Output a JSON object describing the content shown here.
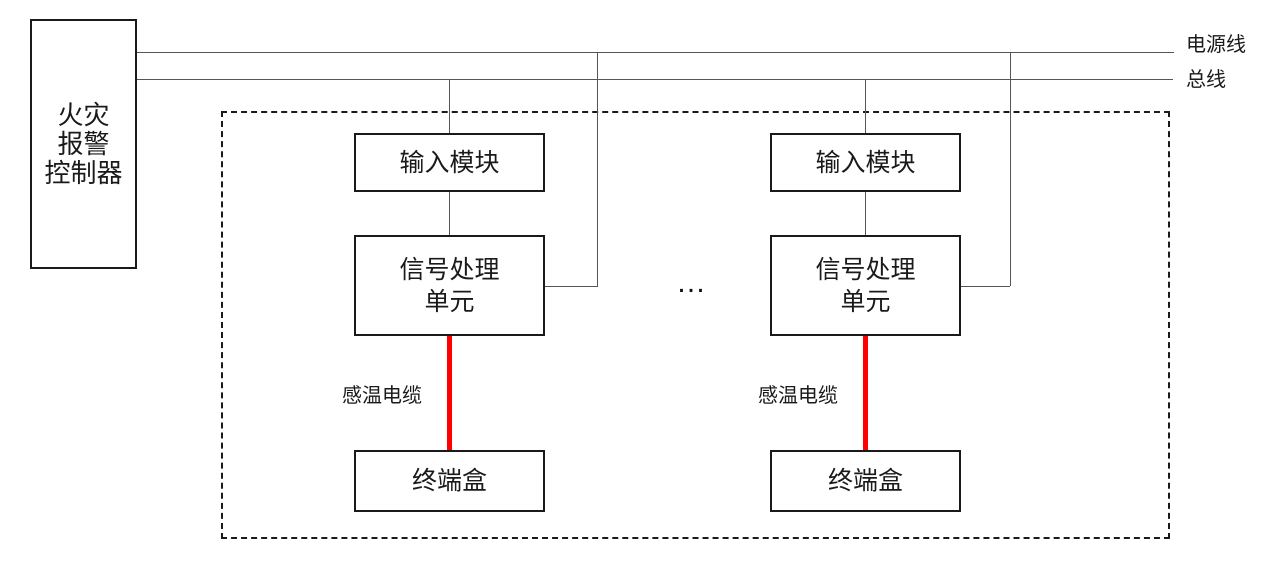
{
  "diagram": {
    "type": "fire-alarm-linear-heat-detection-system-schematic",
    "background": "#ffffff"
  },
  "controller": {
    "lines": [
      "火灾",
      "报警",
      "控制器"
    ]
  },
  "bus_labels": {
    "power_line": "电源线",
    "bus_line": "总线"
  },
  "groups": [
    {
      "input_label": "输入模块",
      "signal_unit_lines": [
        "信号处理",
        "单元"
      ],
      "cable_label": "感温电缆",
      "terminal_label": "终端盒"
    },
    {
      "input_label": "输入模块",
      "signal_unit_lines": [
        "信号处理",
        "单元"
      ],
      "cable_label": "感温电缆",
      "terminal_label": "终端盒"
    }
  ],
  "ellipsis": {
    "text": "…"
  },
  "colors": {
    "cable_red": "#ff0000",
    "line_gray": "#555555",
    "border_black": "#1a1a1a",
    "background": "#ffffff"
  }
}
